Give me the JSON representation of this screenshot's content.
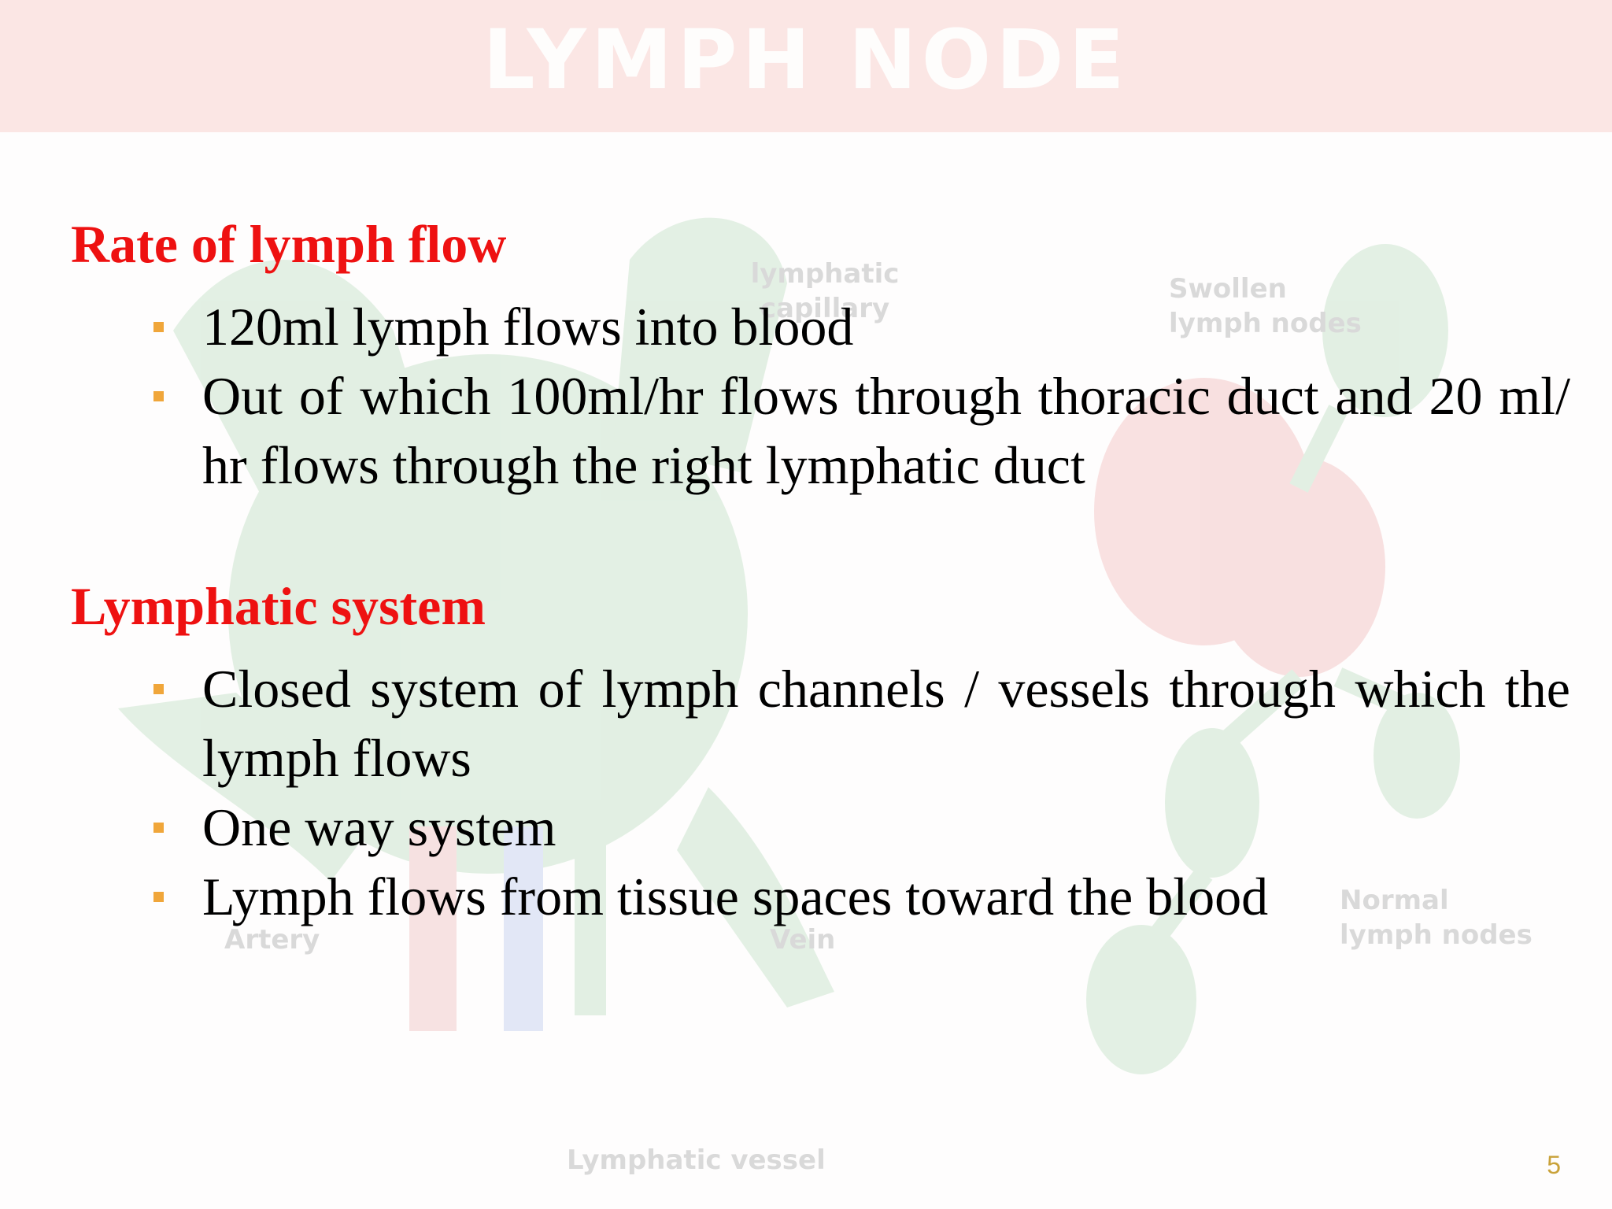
{
  "slide": {
    "title": "LYMPH NODE",
    "page_number": "5"
  },
  "background_labels": {
    "lymphatic_capillary": "lymphatic\ncapillary",
    "swollen_nodes": "Swollen\nlymph nodes",
    "normal_nodes": "Normal\nlymph nodes",
    "artery": "Artery",
    "vein": "Vein",
    "lymphatic_vessel": "Lymphatic vessel"
  },
  "sections": [
    {
      "heading": "Rate of lymph flow",
      "bullets": [
        "120ml lymph flows into blood",
        "Out of which 100ml/hr  flows through thoracic duct and 20 ml/ hr flows through the right lymphatic duct"
      ]
    },
    {
      "heading": "Lymphatic system",
      "bullets": [
        "Closed system of lymph channels / vessels through which the lymph flows",
        "One way system",
        "Lymph flows from tissue spaces toward the blood"
      ]
    }
  ],
  "colors": {
    "heading": "#ee1111",
    "bullet_marker": "#f0a63a",
    "title_band": "#fbe6e4",
    "page_number": "#c9a23a"
  }
}
